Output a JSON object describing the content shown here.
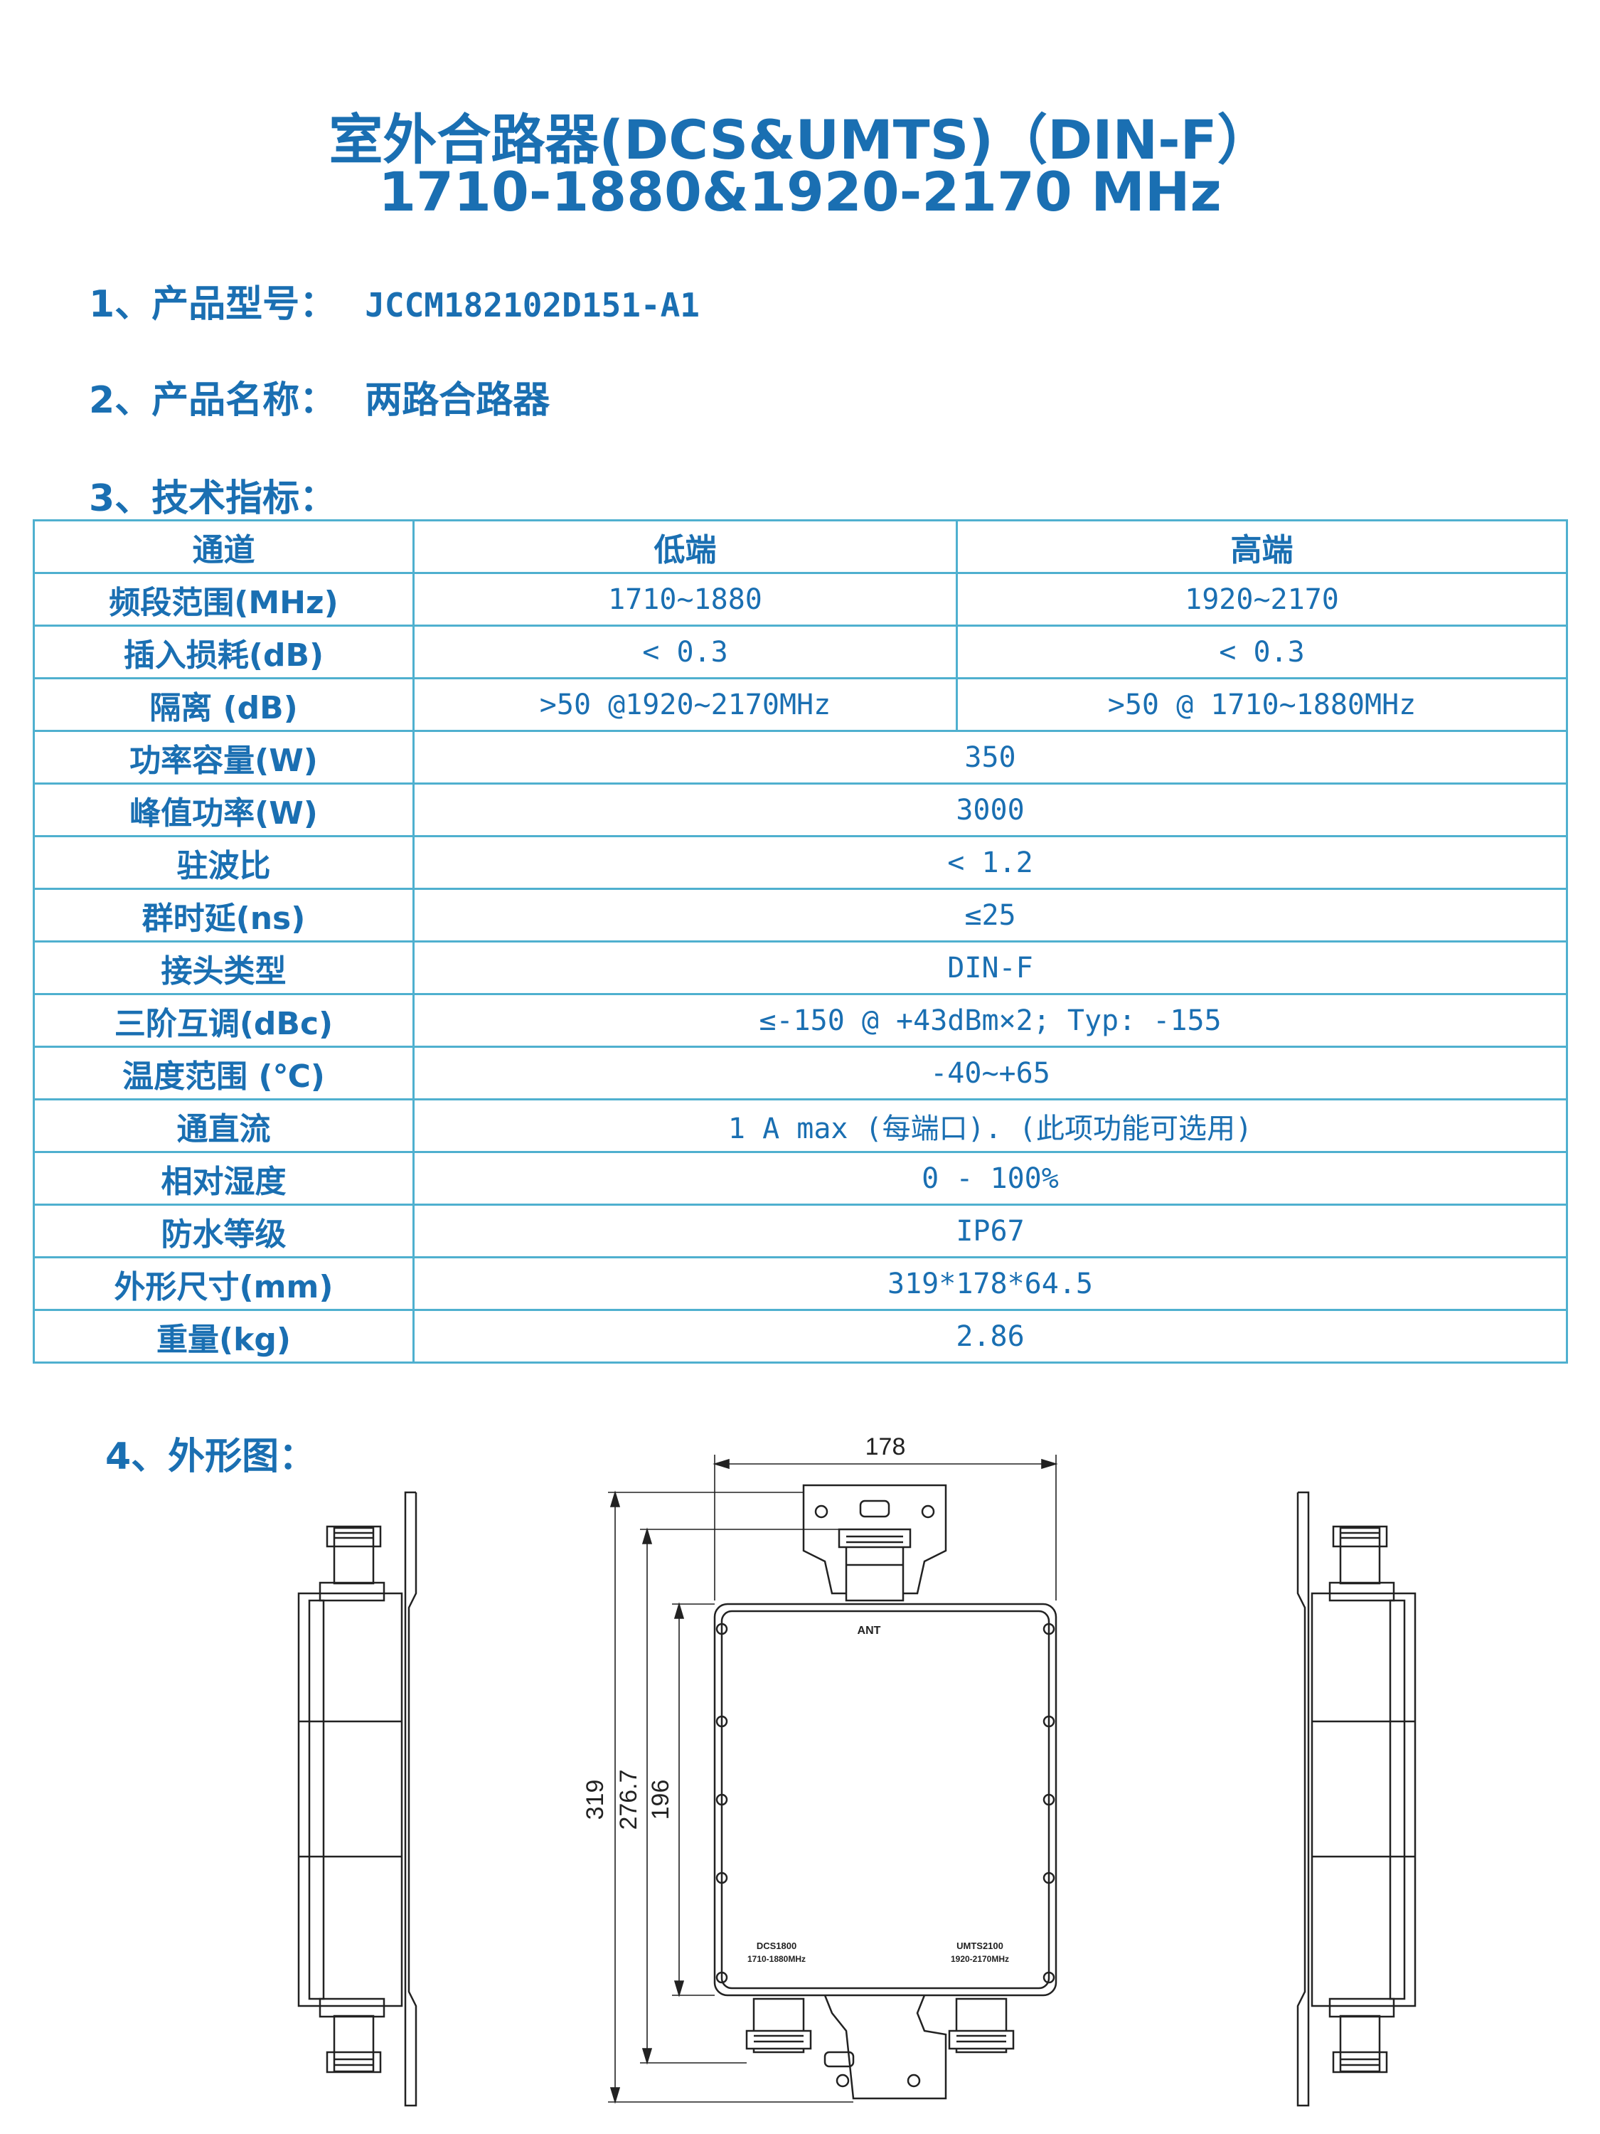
{
  "title": {
    "line1": "室外合路器(DCS&UMTS)（DIN-F）",
    "line2": "1710-1880&1920-2170 MHz"
  },
  "sections": {
    "model": {
      "label": "1、产品型号：",
      "value": "JCCM182102D151-A1"
    },
    "name": {
      "label": "2、产品名称：",
      "value": "两路合路器"
    },
    "specs": {
      "label": "3、技术指标："
    },
    "outline": {
      "label": "4、外形图："
    }
  },
  "table": {
    "header": [
      "通道",
      "低端",
      "高端"
    ],
    "split_rows": [
      {
        "label": "频段范围(MHz)",
        "low": "1710~1880",
        "high": "1920~2170"
      },
      {
        "label": "插入损耗(dB)",
        "low": "< 0.3",
        "high": "< 0.3"
      },
      {
        "label": "隔离 (dB)",
        "low": ">50 @1920~2170MHz",
        "high": ">50 @ 1710~1880MHz"
      }
    ],
    "merged_rows": [
      {
        "label": "功率容量(W)",
        "value": "350"
      },
      {
        "label": "峰值功率(W)",
        "value": "3000"
      },
      {
        "label": "驻波比",
        "value": "< 1.2"
      },
      {
        "label": "群时延(ns)",
        "value": "≤25"
      },
      {
        "label": "接头类型",
        "value": "DIN-F"
      },
      {
        "label": "三阶互调(dBc)",
        "value": "≤-150 @ +43dBm×2; Typ: -155"
      },
      {
        "label": "温度范围 (℃)",
        "value": "-40~+65"
      },
      {
        "label": "通直流",
        "value": "1 A max (每端口). (此项功能可选用)"
      },
      {
        "label": "相对湿度",
        "value": "0 - 100%"
      },
      {
        "label": "防水等级",
        "value": "IP67"
      },
      {
        "label": "外形尺寸(mm)",
        "value": "319*178*64.5"
      },
      {
        "label": "重量(kg)",
        "value": "2.86"
      }
    ]
  },
  "drawing": {
    "dim_width": "178",
    "dim_height_total": "319",
    "dim_height_mid": "276.7",
    "dim_height_body": "196",
    "port_ant": "ANT",
    "port_low_name": "DCS1800",
    "port_low_freq": "1710-1880MHz",
    "port_high_name": "UMTS2100",
    "port_high_freq": "1920-2170MHz"
  }
}
